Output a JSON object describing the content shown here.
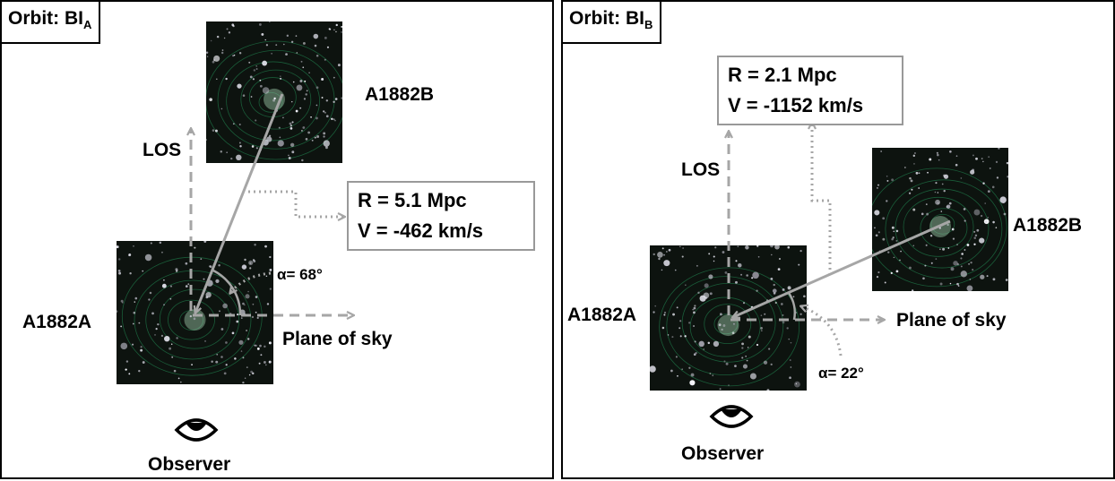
{
  "panel_a": {
    "orbit_prefix": "Orbit: BI",
    "orbit_sub": "A",
    "los": "LOS",
    "top_cluster": "A1882B",
    "bottom_cluster": "A1882A",
    "radius": "R = 5.1 Mpc",
    "velocity": "V = -462 km/s",
    "angle": "α= 68°",
    "plane": "Plane of sky",
    "observer": "Observer"
  },
  "panel_b": {
    "orbit_prefix": "Orbit: BI",
    "orbit_sub": "B",
    "los": "LOS",
    "right_cluster": "A1882B",
    "left_cluster": "A1882A",
    "radius": "R = 2.1 Mpc",
    "velocity": "V = -1152 km/s",
    "angle": "α= 22°",
    "plane": "Plane of sky",
    "observer": "Observer"
  },
  "colors": {
    "arrow_gray": "#a6a6a6",
    "dotted_gray": "#a6a6a6",
    "box_border": "#999999",
    "image_bg": "#0d130f",
    "contour_green": "#1f7a4a"
  }
}
